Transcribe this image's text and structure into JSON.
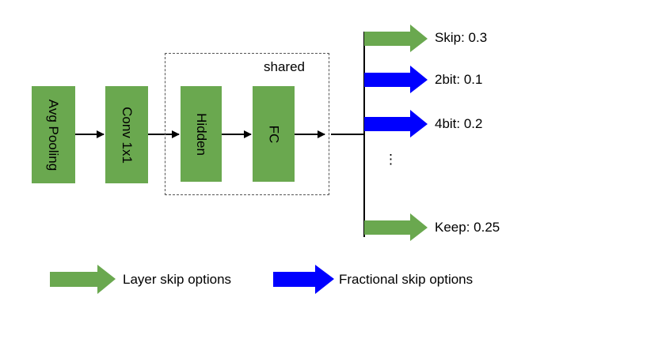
{
  "blocks": {
    "avg_pooling": "Avg Pooling",
    "conv": "Conv 1x1",
    "hidden": "Hidden",
    "fc": "FC"
  },
  "shared_label": "shared",
  "outputs": [
    {
      "label": "Skip: 0.3",
      "kind": "layer"
    },
    {
      "label": "2bit: 0.1",
      "kind": "fractional"
    },
    {
      "label": "4bit: 0.2",
      "kind": "fractional"
    },
    {
      "label": "Keep: 0.25",
      "kind": "layer"
    }
  ],
  "ellipsis": "⋮",
  "legend": {
    "layer": "Layer skip options",
    "fractional": "Fractional skip options"
  },
  "colors": {
    "layer": "#6aa84f",
    "fractional": "#0000ff",
    "block": "#6aa84f",
    "line": "#000000"
  }
}
